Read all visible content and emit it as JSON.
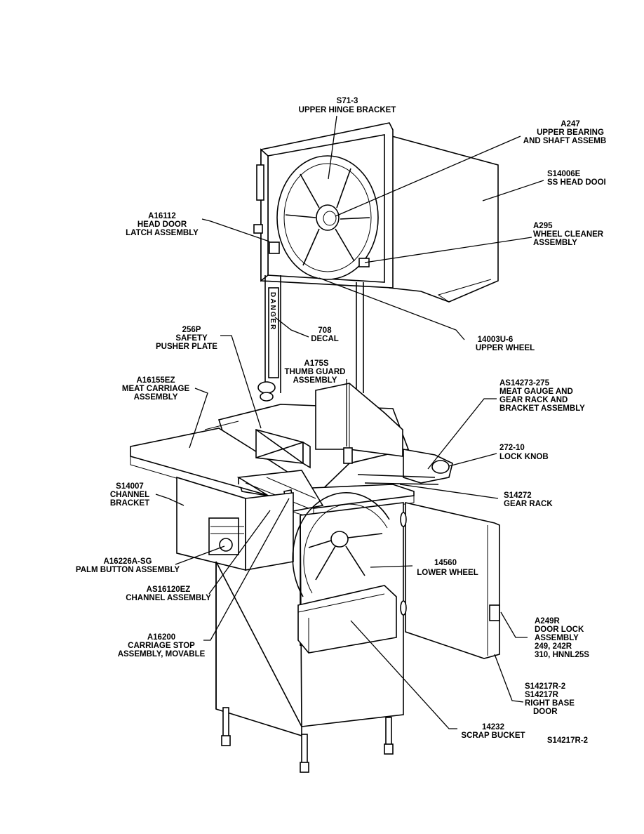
{
  "callouts": [
    {
      "id": "upper-hinge-bracket",
      "lines": [
        "S71-3",
        "UPPER HINGE BRACKET"
      ]
    },
    {
      "id": "upper-bearing",
      "lines": [
        "A247",
        "UPPER BEARING",
        "AND SHAFT ASSEMB"
      ]
    },
    {
      "id": "ss-head-door",
      "lines": [
        "S14006E",
        "SS HEAD DOOI"
      ]
    },
    {
      "id": "head-door-latch",
      "lines": [
        "A16112",
        "HEAD DOOR",
        "LATCH ASSEMBLY"
      ]
    },
    {
      "id": "wheel-cleaner",
      "lines": [
        "A295",
        "WHEEL CLEANER",
        "ASSEMBLY"
      ]
    },
    {
      "id": "decal",
      "lines": [
        "708",
        "DECAL"
      ]
    },
    {
      "id": "upper-wheel",
      "lines": [
        "14003U-6",
        "UPPER WHEEL"
      ]
    },
    {
      "id": "safety-pusher-plate",
      "lines": [
        "256P",
        "SAFETY",
        "PUSHER PLATE"
      ]
    },
    {
      "id": "thumb-guard",
      "lines": [
        "A175S",
        "THUMB GUARD",
        "ASSEMBLY"
      ]
    },
    {
      "id": "meat-carriage",
      "lines": [
        "A16155EZ",
        "MEAT CARRIAGE",
        "ASSEMBLY"
      ]
    },
    {
      "id": "meat-gauge",
      "lines": [
        "AS14273-275",
        "MEAT GAUGE AND",
        "GEAR RACK AND",
        "BRACKET ASSEMBLY"
      ]
    },
    {
      "id": "lock-knob",
      "lines": [
        "272-10",
        "LOCK KNOB"
      ]
    },
    {
      "id": "channel-bracket",
      "lines": [
        "S14007",
        "CHANNEL",
        "BRACKET"
      ]
    },
    {
      "id": "gear-rack",
      "lines": [
        "S14272",
        "GEAR RACK"
      ]
    },
    {
      "id": "palm-button",
      "lines": [
        "A16226A-SG",
        "PALM BUTTON ASSEMBLY"
      ]
    },
    {
      "id": "lower-wheel",
      "lines": [
        "14560",
        "LOWER WHEEL"
      ]
    },
    {
      "id": "channel-assembly",
      "lines": [
        "AS16120EZ",
        "CHANNEL ASSEMBLY"
      ]
    },
    {
      "id": "door-lock",
      "lines": [
        "A249R",
        "DOOR LOCK",
        "ASSEMBLY",
        "249, 242R",
        "310, HNNL25S"
      ]
    },
    {
      "id": "carriage-stop",
      "lines": [
        "A16200",
        "CARRIAGE STOP",
        "ASSEMBLY, MOVABLE"
      ]
    },
    {
      "id": "right-base-door",
      "lines": [
        "S14217R-2",
        "S14217R",
        "RIGHT BASE",
        "DOOR"
      ]
    },
    {
      "id": "scrap-bucket",
      "lines": [
        "14232",
        "SCRAP BUCKET"
      ]
    }
  ],
  "decal_text": "DANGER",
  "drawing_number": "S14217R-2"
}
